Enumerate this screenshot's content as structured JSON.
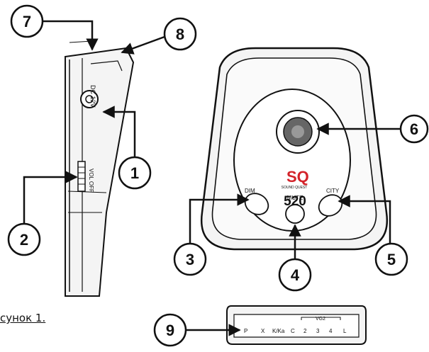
{
  "caption": "сунок 1.",
  "callouts": [
    "1",
    "2",
    "3",
    "4",
    "5",
    "6",
    "7",
    "8",
    "9"
  ],
  "side_view": {
    "jack_label": "DC 12V",
    "switch_label": "VOL OFF"
  },
  "front_view": {
    "brand": "SQ",
    "brand_sub": "SOUND QUEST",
    "model": "520",
    "buttons": {
      "left": "DIM",
      "center": "MUTE",
      "right": "CITY"
    }
  },
  "indicator_strip": {
    "group_label": "VG2",
    "labels": [
      "P",
      "X",
      "K/Ka",
      "C",
      "2",
      "3",
      "4",
      "L"
    ]
  },
  "colors": {
    "accent": "#d3232a",
    "line": "#111111"
  }
}
